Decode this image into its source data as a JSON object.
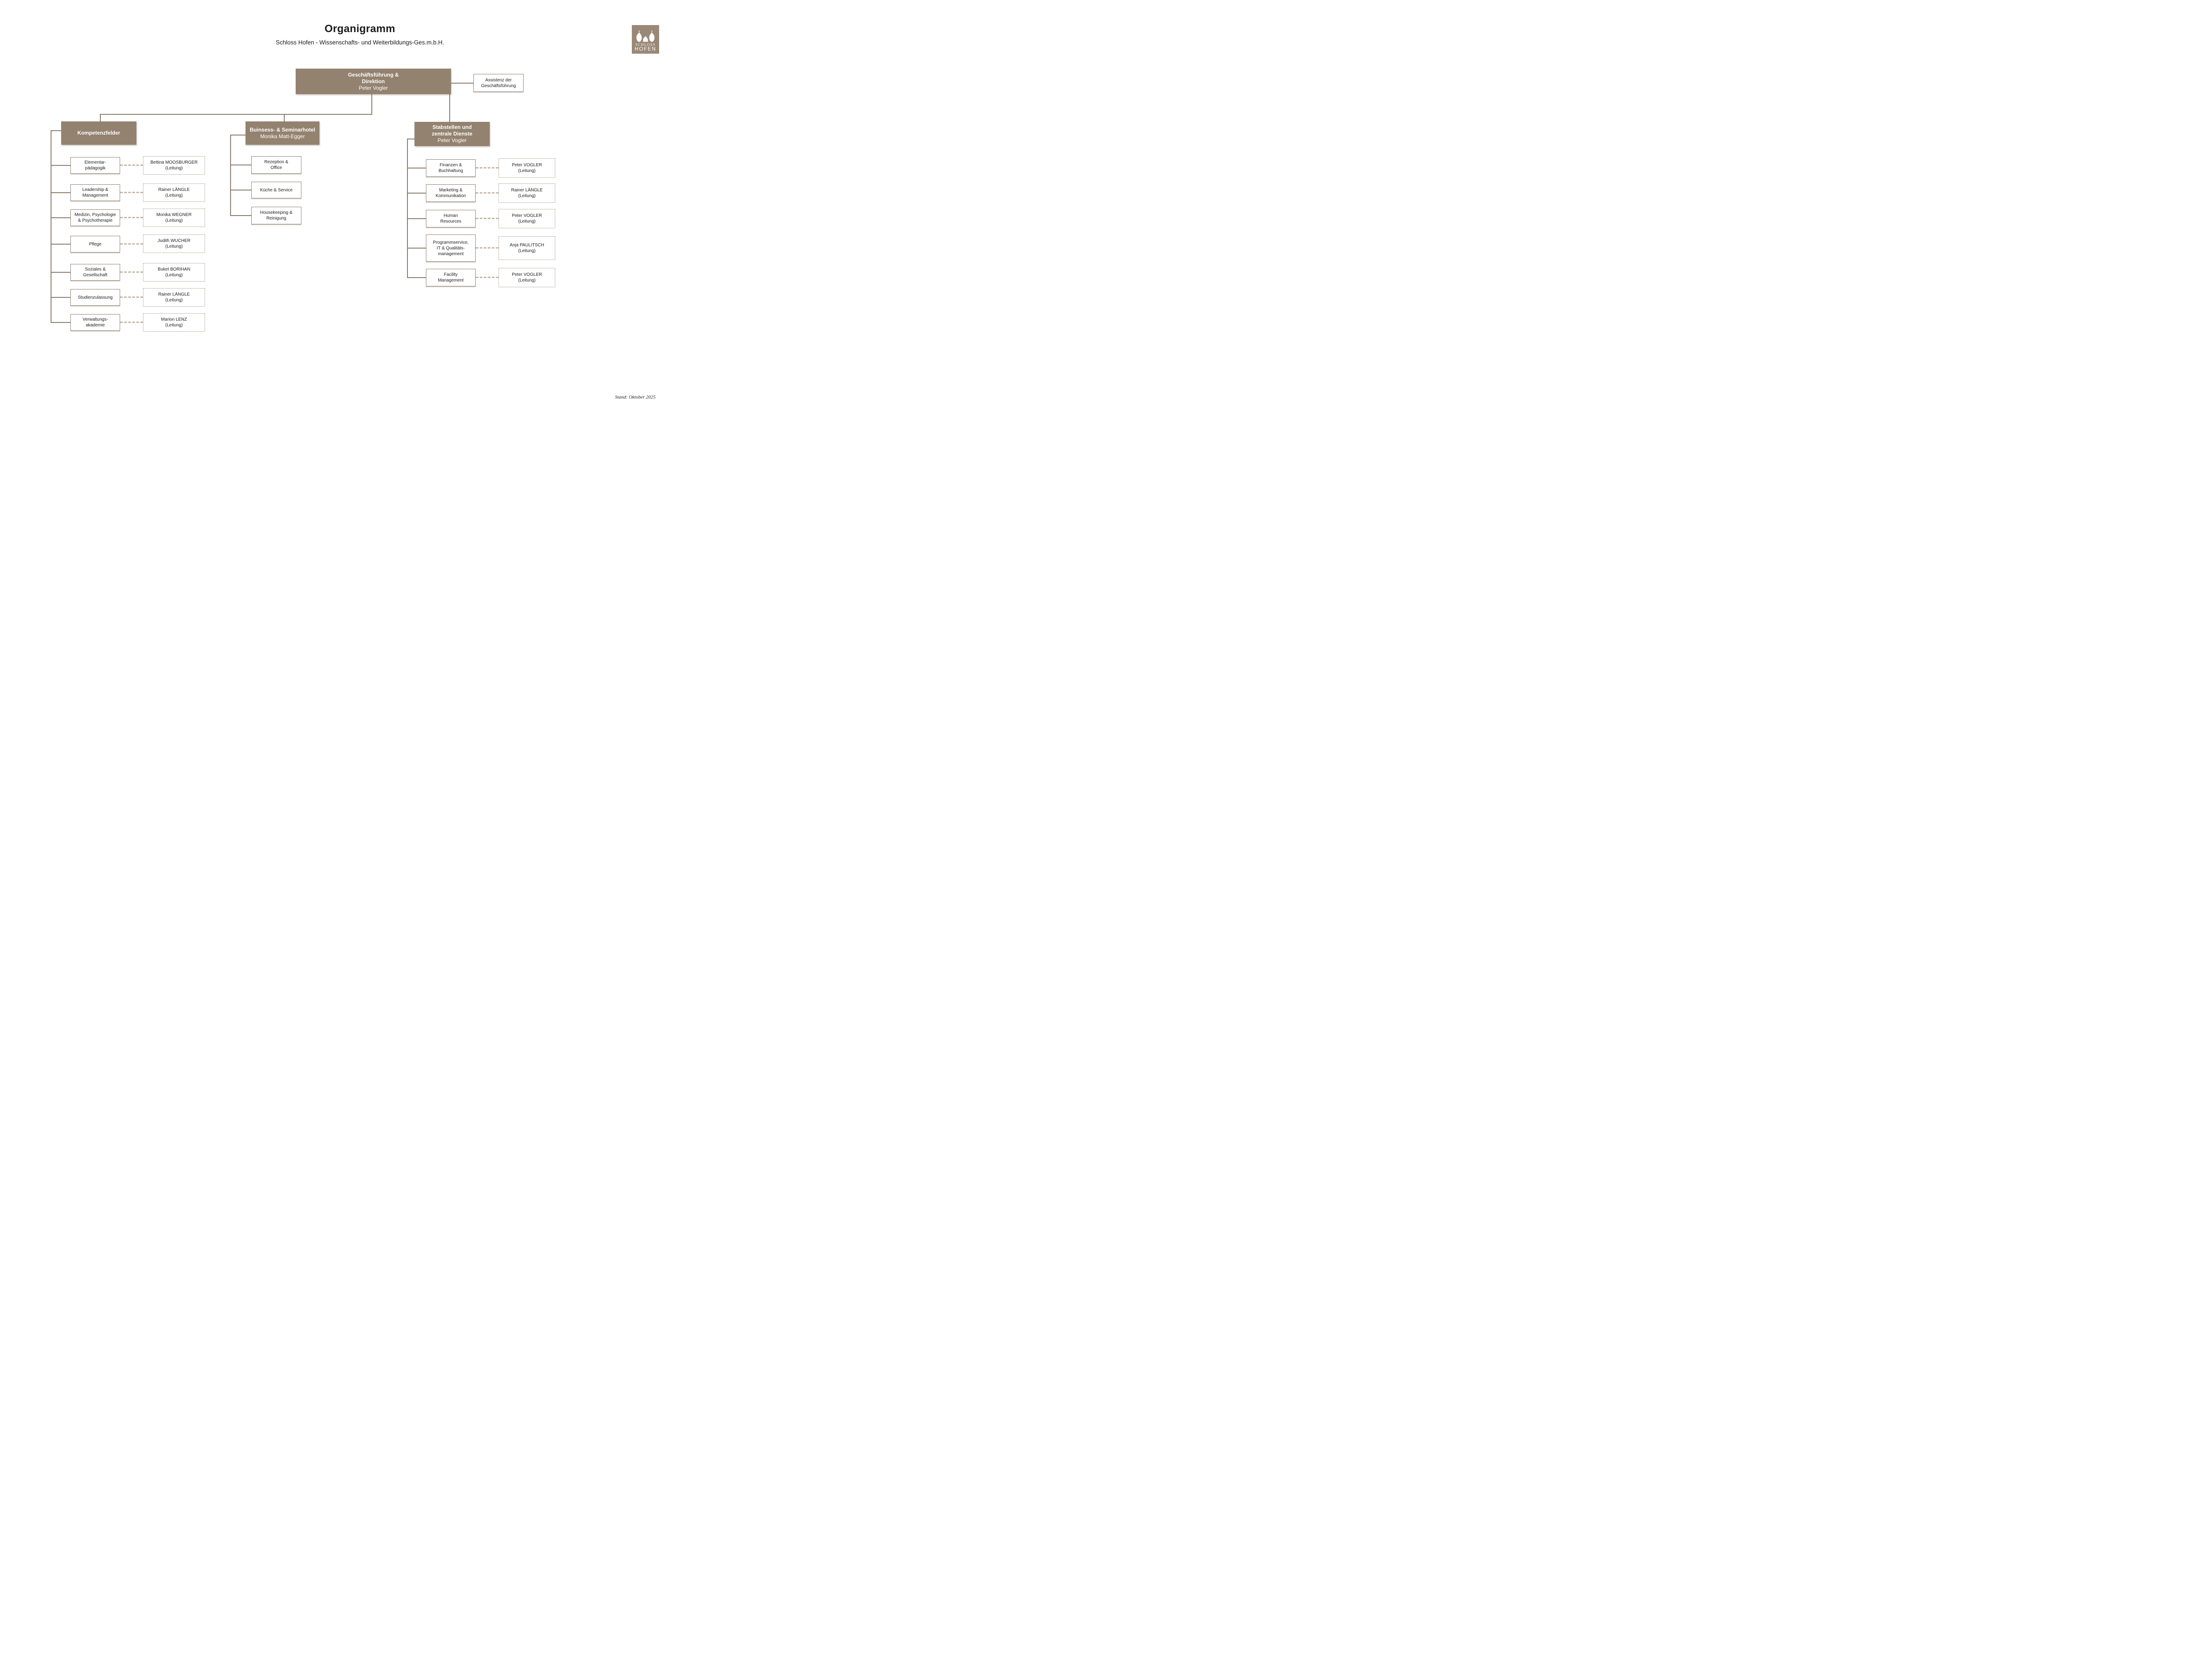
{
  "header": {
    "title": "Organigramm",
    "subtitle": "Schloss Hofen - Wissenschafts- und Weiterbildungs-Ges.m.b.H."
  },
  "logo": {
    "line1": "SCHLOSS",
    "line2": "HOFEN"
  },
  "footnote": "Stand: Oktober 2025",
  "root": {
    "line1": "Geschäftsführung &",
    "line2": "Direktion",
    "person": "Peter Vogler"
  },
  "assistenz": {
    "line1": "Assistenz der",
    "line2": "Geschäftsführung"
  },
  "branches": [
    {
      "title": "Kompetenzfelder",
      "rows": [
        {
          "dept": [
            "Elementar-",
            "pädagogik"
          ],
          "name": [
            "Bettina MOOSBURGER",
            "(Leitung)"
          ]
        },
        {
          "dept": [
            "Leadership &",
            "Management"
          ],
          "name": [
            "Rainer LÄNGLE",
            "(Leitung)"
          ]
        },
        {
          "dept": [
            "Medizin, Psychologie",
            "& Psychotherapie"
          ],
          "name": [
            "Monika WEGNER",
            "(Leitung)"
          ]
        },
        {
          "dept": [
            "Pflege"
          ],
          "name": [
            "Judith WUCHER",
            "(Leitung)"
          ]
        },
        {
          "dept": [
            "Soziales &",
            "Gesellschaft"
          ],
          "name": [
            "Buket BORIHAN",
            "(Leitung)"
          ]
        },
        {
          "dept": [
            "Studienzulassung"
          ],
          "name": [
            "Rainer LÄNGLE",
            "(Leitung)"
          ]
        },
        {
          "dept": [
            "Verwaltungs-",
            "akademie"
          ],
          "name": [
            "Marion LENZ",
            "(Leitung)"
          ]
        }
      ]
    },
    {
      "title": "Buinsess- & Seminarhotel",
      "person": "Monika Matt-Egger",
      "rows": [
        {
          "dept": [
            "Rezeption &",
            "Office"
          ]
        },
        {
          "dept": [
            "Küche & Service"
          ]
        },
        {
          "dept": [
            "Housekeeping &",
            "Reinigung"
          ]
        }
      ]
    },
    {
      "title1": "Stabstellen und",
      "title2": "zentrale Dienste",
      "person": "Peter Vogler",
      "rows": [
        {
          "dept": [
            "Finanzen &",
            "Buchhaltung"
          ],
          "name": [
            "Peter VOGLER",
            "(Leitung)"
          ]
        },
        {
          "dept": [
            "Marketing &",
            "Kommunikation"
          ],
          "name": [
            "Rainer LÄNGLE",
            "(Leitung)"
          ]
        },
        {
          "dept": [
            "Human",
            "Resources"
          ],
          "name": [
            "Peter VOGLER",
            "(Leitung)"
          ]
        },
        {
          "dept": [
            "Programmservice,",
            "IT & Qualitäts-",
            "management"
          ],
          "name": [
            "Anja PAULITSCH",
            "(Leitung)"
          ]
        },
        {
          "dept": [
            "Facility",
            "Management"
          ],
          "name": [
            "Peter VOGLER",
            "(Leitung)"
          ]
        }
      ]
    }
  ],
  "colors": {
    "box_brown": "#93826F",
    "logo_brown": "#9A8877",
    "line": "#8A796A",
    "solid_border": "#8F8071",
    "dotted_border": "#8D7D6E",
    "dashed_connector": "#C4B5A3"
  }
}
